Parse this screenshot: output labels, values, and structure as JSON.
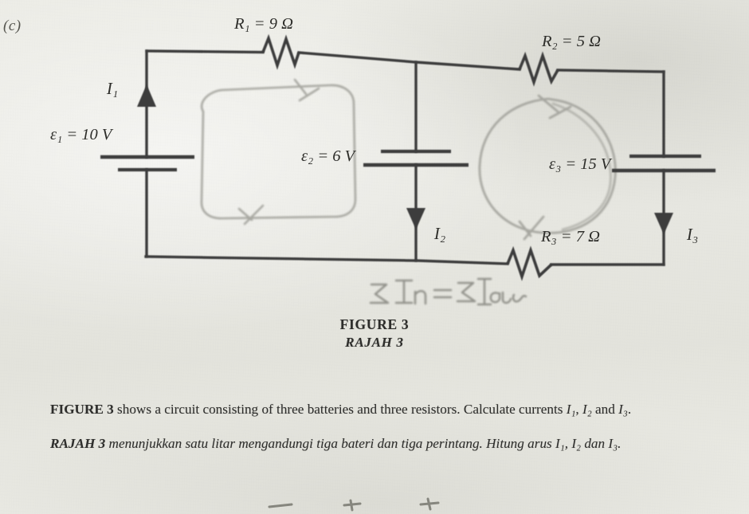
{
  "part_label": "(c)",
  "circuit": {
    "title": "three-battery three-resistor two-mesh circuit",
    "components": {
      "r1_label": "R₁ = 9 Ω",
      "r1_value": 9,
      "r1_unit": "Ω",
      "r2_label": "R₂ = 5 Ω",
      "r2_value": 5,
      "r2_unit": "Ω",
      "r3_label": "R₃ = 7 Ω",
      "r3_value": 7,
      "r3_unit": "Ω",
      "emf1_label": "ε₁ = 10 V",
      "emf1_value": 10,
      "emf2_label": "ε₂ = 6 V",
      "emf2_value": 6,
      "emf3_label": "ε₃ = 15 V",
      "emf3_value": 15,
      "emf_unit": "V"
    },
    "currents": {
      "i1_label": "I₁",
      "i1_direction": "up",
      "i2_label": "I₂",
      "i2_direction": "down",
      "i3_label": "I₃",
      "i3_direction": "down"
    },
    "annotation": {
      "handwritten_equation": "Σ I n = Σ I out",
      "loop_left": "counter-clockwise mesh loop (pencil)",
      "loop_right": "counter-clockwise mesh loop (pencil)"
    },
    "colors": {
      "paper": "#e9e9e3",
      "ink": "#3a3a3a",
      "pencil": "#9b9b94"
    }
  },
  "caption": {
    "line_en": "FIGURE 3",
    "line_ms": "RAJAH 3"
  },
  "question": {
    "en_lead": "FIGURE 3",
    "en_rest": " shows a circuit consisting of three batteries and three resistors. Calculate currents ",
    "en_i1": "I₁",
    "en_sep1": ", ",
    "en_i2": "I₂",
    "en_sep2": " and ",
    "en_i3": "I₃",
    "en_end": ".",
    "ms_lead": "RAJAH 3",
    "ms_rest": " menunjukkan satu litar mengandungi tiga bateri dan tiga perintang. Hitung arus ",
    "ms_i1": "I₁",
    "ms_sep1": ", ",
    "ms_i2": "I₂",
    "ms_sep2": " dan ",
    "ms_i3": "I₃",
    "ms_end": "."
  }
}
